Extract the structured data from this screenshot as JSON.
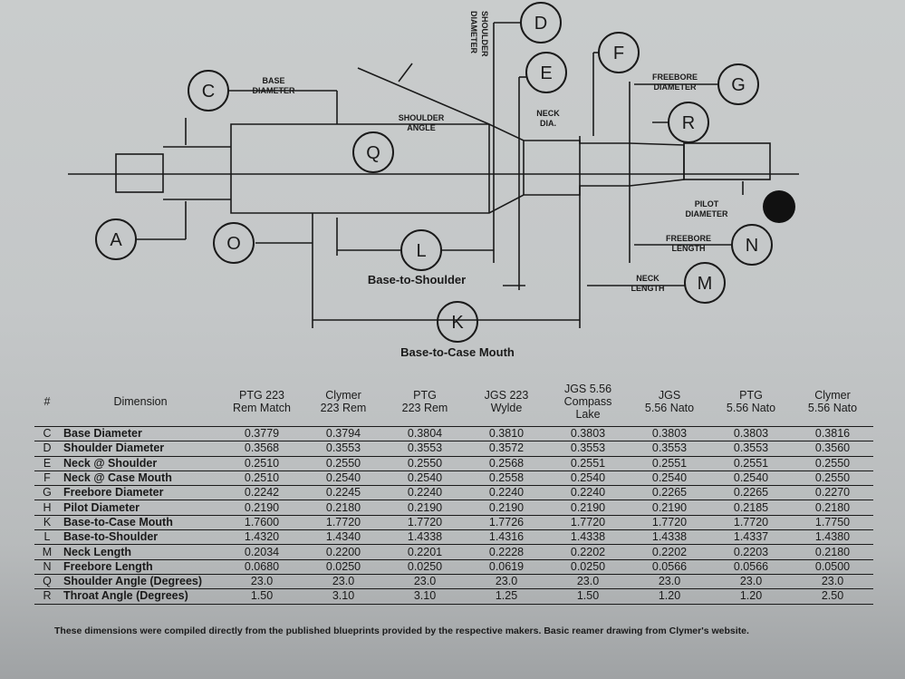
{
  "drawing": {
    "labels": {
      "base_diameter": [
        "BASE",
        "DIAMETER"
      ],
      "shoulder_angle": [
        "SHOULDER",
        "ANGLE"
      ],
      "shoulder_diameter": [
        "SHOULDER",
        "DIAMETER"
      ],
      "neck_dia": [
        "NECK",
        "DIA."
      ],
      "freebore_diameter": [
        "FREEBORE",
        "DIAMETER"
      ],
      "pilot_diameter": [
        "PILOT",
        "DIAMETER"
      ],
      "freebore_length": [
        "FREEBORE",
        "LENGTH"
      ],
      "neck_length": [
        "NECK",
        "LENGTH"
      ],
      "base_to_shoulder": "Base-to-Shoulder",
      "base_to_case_mouth": "Base-to-Case Mouth"
    },
    "callouts": {
      "A": "A",
      "C": "C",
      "D": "D",
      "E": "E",
      "F": "F",
      "G": "G",
      "R": "R",
      "Q": "Q",
      "O": "O",
      "L": "L",
      "K": "K",
      "M": "M",
      "N": "N"
    }
  },
  "table": {
    "headers": {
      "num": "#",
      "dimension": "Dimension",
      "columns": [
        [
          "PTG 223",
          "Rem Match"
        ],
        [
          "Clymer",
          "223 Rem"
        ],
        [
          "PTG",
          "223 Rem"
        ],
        [
          "JGS 223",
          "Wylde"
        ],
        [
          "JGS 5.56",
          "Compass",
          "Lake"
        ],
        [
          "JGS",
          "5.56 Nato"
        ],
        [
          "PTG",
          "5.56 Nato"
        ],
        [
          "Clymer",
          "5.56 Nato"
        ]
      ]
    },
    "rows": [
      {
        "letter": "C",
        "name": "Base Diameter",
        "values": [
          "0.3779",
          "0.3794",
          "0.3804",
          "0.3810",
          "0.3803",
          "0.3803",
          "0.3803",
          "0.3816"
        ]
      },
      {
        "letter": "D",
        "name": "Shoulder Diameter",
        "values": [
          "0.3568",
          "0.3553",
          "0.3553",
          "0.3572",
          "0.3553",
          "0.3553",
          "0.3553",
          "0.3560"
        ]
      },
      {
        "letter": "E",
        "name": "Neck @ Shoulder",
        "values": [
          "0.2510",
          "0.2550",
          "0.2550",
          "0.2568",
          "0.2551",
          "0.2551",
          "0.2551",
          "0.2550"
        ]
      },
      {
        "letter": "F",
        "name": "Neck @ Case Mouth",
        "values": [
          "0.2510",
          "0.2540",
          "0.2540",
          "0.2558",
          "0.2540",
          "0.2540",
          "0.2540",
          "0.2550"
        ]
      },
      {
        "letter": "G",
        "name": "Freebore Diameter",
        "values": [
          "0.2242",
          "0.2245",
          "0.2240",
          "0.2240",
          "0.2240",
          "0.2265",
          "0.2265",
          "0.2270"
        ]
      },
      {
        "letter": "H",
        "name": "Pilot Diameter",
        "values": [
          "0.2190",
          "0.2180",
          "0.2190",
          "0.2190",
          "0.2190",
          "0.2190",
          "0.2185",
          "0.2180"
        ]
      },
      {
        "letter": "K",
        "name": "Base-to-Case Mouth",
        "values": [
          "1.7600",
          "1.7720",
          "1.7720",
          "1.7726",
          "1.7720",
          "1.7720",
          "1.7720",
          "1.7750"
        ]
      },
      {
        "letter": "L",
        "name": "Base-to-Shoulder",
        "values": [
          "1.4320",
          "1.4340",
          "1.4338",
          "1.4316",
          "1.4338",
          "1.4338",
          "1.4337",
          "1.4380"
        ]
      },
      {
        "letter": "M",
        "name": "Neck Length",
        "values": [
          "0.2034",
          "0.2200",
          "0.2201",
          "0.2228",
          "0.2202",
          "0.2202",
          "0.2203",
          "0.2180"
        ]
      },
      {
        "letter": "N",
        "name": "Freebore Length",
        "values": [
          "0.0680",
          "0.0250",
          "0.0250",
          "0.0619",
          "0.0250",
          "0.0566",
          "0.0566",
          "0.0500"
        ]
      },
      {
        "letter": "Q",
        "name": "Shoulder Angle (Degrees)",
        "values": [
          "23.0",
          "23.0",
          "23.0",
          "23.0",
          "23.0",
          "23.0",
          "23.0",
          "23.0"
        ]
      },
      {
        "letter": "R",
        "name": "Throat Angle (Degrees)",
        "values": [
          "1.50",
          "3.10",
          "3.10",
          "1.25",
          "1.50",
          "1.20",
          "1.20",
          "2.50"
        ]
      }
    ]
  },
  "footer": "These dimensions were compiled directly from the published blueprints provided by the respective makers.  Basic reamer drawing from Clymer's website."
}
